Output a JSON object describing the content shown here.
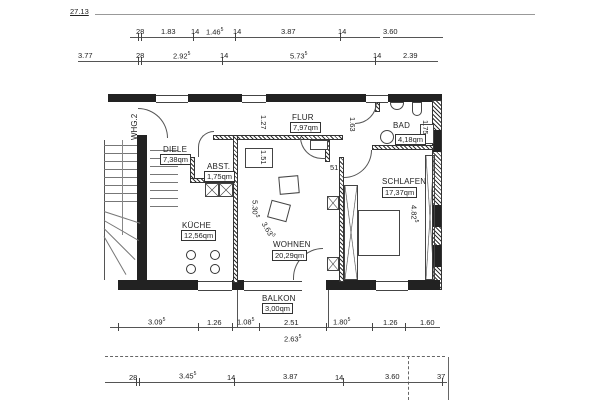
{
  "plan": {
    "unit_label": "WHG.2",
    "rooms": [
      {
        "id": "diele",
        "name": "DIELE",
        "area": "7,38qm"
      },
      {
        "id": "abst",
        "name": "ABST.",
        "area": "1,75qm"
      },
      {
        "id": "flur",
        "name": "FLUR",
        "area": "7,97qm"
      },
      {
        "id": "bad",
        "name": "BAD",
        "area": "4,18qm"
      },
      {
        "id": "schlafen",
        "name": "SCHLAFEN",
        "area": "17,37qm"
      },
      {
        "id": "kueche",
        "name": "KÜCHE",
        "area": "12,56qm"
      },
      {
        "id": "wohnen",
        "name": "WOHNEN",
        "area": "20,29qm"
      },
      {
        "id": "balkon",
        "name": "BALKON",
        "area": "3,00qm"
      }
    ],
    "interior_dims": {
      "flur_height": "1.27",
      "abst_height": "1.51",
      "bad_width": "1.63",
      "bad_depth": "1.75",
      "wohnen_v1": "5.30",
      "wohnen_v1_sup": "5",
      "wohnen_v2": "3.63",
      "wohnen_v2_sup": "5",
      "schlafen_v": "4.82",
      "schlafen_v_sup": "5",
      "small": "51"
    }
  },
  "dimensions": {
    "top_total": "27.13",
    "top_row1": [
      {
        "v": "28",
        "sup": ""
      },
      {
        "v": "1.83",
        "sup": ""
      },
      {
        "v": "14",
        "sup": ""
      },
      {
        "v": "1.46",
        "sup": "5"
      },
      {
        "v": "14",
        "sup": ""
      },
      {
        "v": "3.87",
        "sup": ""
      },
      {
        "v": "14",
        "sup": ""
      },
      {
        "v": "3.60",
        "sup": ""
      }
    ],
    "top_row2": [
      {
        "v": "3.77",
        "sup": ""
      },
      {
        "v": "28",
        "sup": ""
      },
      {
        "v": "2.92",
        "sup": "5"
      },
      {
        "v": "14",
        "sup": ""
      },
      {
        "v": "5.73",
        "sup": "5"
      },
      {
        "v": "14",
        "sup": ""
      },
      {
        "v": "2.39",
        "sup": ""
      }
    ],
    "bottom_row1": [
      {
        "v": "3.09",
        "sup": "5"
      },
      {
        "v": "1.26",
        "sup": ""
      },
      {
        "v": "1.08",
        "sup": "5"
      },
      {
        "v": "2.51",
        "sup": ""
      },
      {
        "v": "1.80",
        "sup": "5"
      },
      {
        "v": "1.26",
        "sup": ""
      },
      {
        "v": "1.60",
        "sup": ""
      }
    ],
    "balkon_width": {
      "v": "2.63",
      "sup": "5"
    },
    "bottom_row2": [
      {
        "v": "28",
        "sup": ""
      },
      {
        "v": "3.45",
        "sup": "5"
      },
      {
        "v": "14",
        "sup": ""
      },
      {
        "v": "3.87",
        "sup": ""
      },
      {
        "v": "14",
        "sup": ""
      },
      {
        "v": "3.60",
        "sup": ""
      },
      {
        "v": "37",
        "sup": ""
      }
    ]
  }
}
